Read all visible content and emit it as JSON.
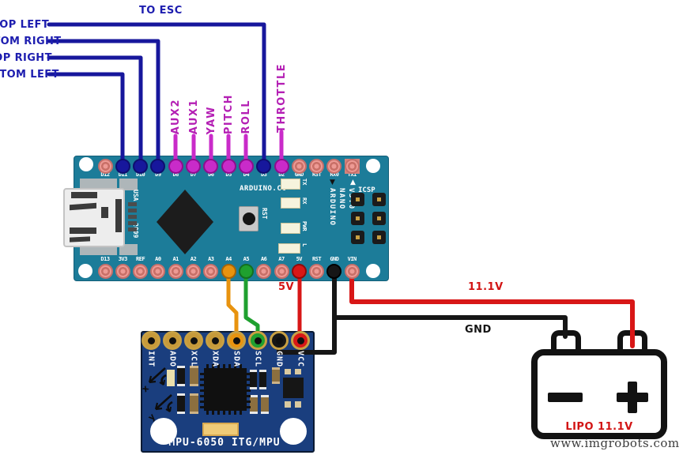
{
  "motor_labels": [
    "TOP LEFT",
    "BOTTOM RIGHT",
    "TOP RIGHT",
    "BOTTOM LEFT"
  ],
  "to_esc": "TO ESC",
  "channels": [
    "AUX2",
    "AUX1",
    "YAW",
    "PITCH",
    "ROLL",
    "THROTTLE"
  ],
  "arduino": {
    "top_pins": [
      {
        "label": "D12"
      },
      {
        "label": "D11",
        "wire": "blue"
      },
      {
        "label": "D10",
        "wire": "blue"
      },
      {
        "label": "D9",
        "wire": "blue"
      },
      {
        "label": "D8",
        "wire": "magenta"
      },
      {
        "label": "D7",
        "wire": "magenta"
      },
      {
        "label": "D6",
        "wire": "magenta"
      },
      {
        "label": "D5",
        "wire": "magenta"
      },
      {
        "label": "D4",
        "wire": "magenta"
      },
      {
        "label": "D3",
        "wire": "blue"
      },
      {
        "label": "D2",
        "wire": "magenta"
      },
      {
        "label": "GND"
      },
      {
        "label": "RST"
      },
      {
        "label": "RX0"
      },
      {
        "label": "TX1",
        "square": true
      }
    ],
    "bottom_pins": [
      {
        "label": "D13"
      },
      {
        "label": "3V3"
      },
      {
        "label": "REF"
      },
      {
        "label": "A0"
      },
      {
        "label": "A1"
      },
      {
        "label": "A2"
      },
      {
        "label": "A3"
      },
      {
        "label": "A4",
        "wire": "orange"
      },
      {
        "label": "A5",
        "wire": "green"
      },
      {
        "label": "A6"
      },
      {
        "label": "A7"
      },
      {
        "label": "5V",
        "wire": "red"
      },
      {
        "label": "RST"
      },
      {
        "label": "GND",
        "wire": "black"
      },
      {
        "label": "VIN"
      }
    ],
    "silk": {
      "brand": "ARDUINO.CC",
      "usa": "USA",
      "year": "2009",
      "icsp": "ICSP",
      "rst": "RST"
    },
    "leds": [
      "TX",
      "RX",
      "PWR",
      "L"
    ],
    "model": [
      "ARDUINO",
      "NANO",
      "V3.0"
    ]
  },
  "mpu": {
    "pins": [
      {
        "label": "INT"
      },
      {
        "label": "ADO"
      },
      {
        "label": "XCL"
      },
      {
        "label": "XDA"
      },
      {
        "label": "SDA",
        "wire": "orange"
      },
      {
        "label": "SCL",
        "wire": "green"
      },
      {
        "label": "GND",
        "wire": "black"
      },
      {
        "label": "VCC",
        "wire": "red"
      }
    ],
    "board_label": "MPU-6050 ITG/MPU",
    "axis_labels": [
      "x",
      "y"
    ]
  },
  "wire_labels": {
    "v5": "5V",
    "vin_voltage": "11.1V",
    "gnd": "GND"
  },
  "battery": {
    "label": "LIPO 11.1V"
  },
  "watermark": "www.imgrobots.com",
  "icons": {
    "down_triangle": "▼",
    "up_triangle": "▲"
  },
  "connections": [
    {
      "from": "TOP LEFT",
      "to": "D3",
      "via": "TO ESC",
      "color": "blue"
    },
    {
      "from": "BOTTOM RIGHT",
      "to": "D9",
      "color": "blue"
    },
    {
      "from": "TOP RIGHT",
      "to": "D10",
      "color": "blue"
    },
    {
      "from": "BOTTOM LEFT",
      "to": "D11",
      "color": "blue"
    },
    {
      "from": "AUX2",
      "to": "D8",
      "color": "magenta"
    },
    {
      "from": "AUX1",
      "to": "D7",
      "color": "magenta"
    },
    {
      "from": "YAW",
      "to": "D6",
      "color": "magenta"
    },
    {
      "from": "PITCH",
      "to": "D5",
      "color": "magenta"
    },
    {
      "from": "ROLL",
      "to": "D4",
      "color": "magenta"
    },
    {
      "from": "THROTTLE",
      "to": "D2",
      "color": "magenta"
    },
    {
      "from": "A4",
      "to": "MPU SDA",
      "color": "orange"
    },
    {
      "from": "A5",
      "to": "MPU SCL",
      "color": "green"
    },
    {
      "from": "5V",
      "to": "MPU VCC",
      "color": "red"
    },
    {
      "from": "GND",
      "to": "MPU GND / battery −",
      "color": "black"
    },
    {
      "from": "VIN",
      "to": "battery + (11.1V)",
      "color": "red"
    }
  ],
  "colors": {
    "blue": "#17179c",
    "magenta": "#c92bc9",
    "orange": "#e8930f",
    "green": "#1fa02f",
    "red": "#d81717",
    "black": "#161616",
    "salmon": "#ed9a94",
    "gold": "#c79a3a",
    "arduino_board": "#1c7c99",
    "mpu_board": "#1a3e7e",
    "label_navy": "#1d1daf",
    "label_magenta": "#b41fb4"
  }
}
